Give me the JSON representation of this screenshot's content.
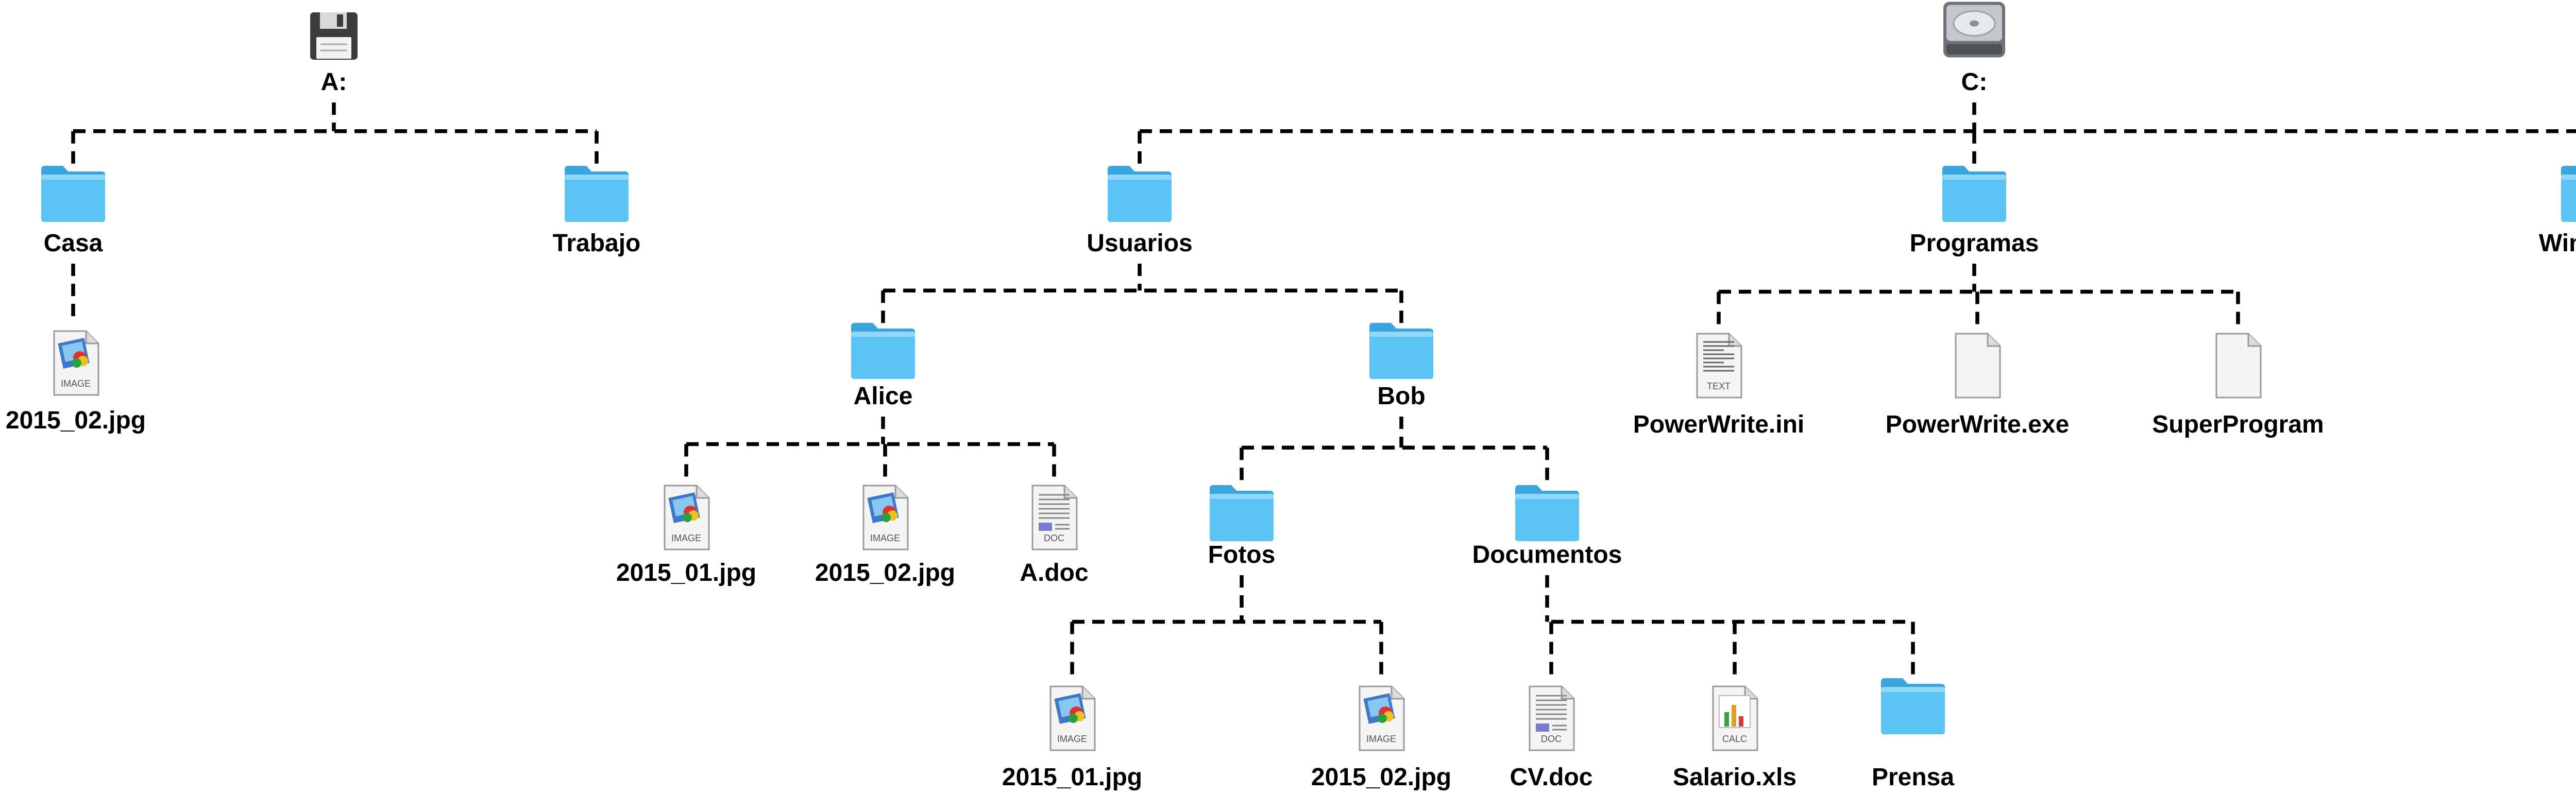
{
  "drives": [
    {
      "label": "A:",
      "icon": "floppy-disk-icon",
      "children": [
        {
          "label": "Casa",
          "icon": "folder-icon",
          "children": [
            {
              "label": "2015_02.jpg",
              "icon": "image-file-icon",
              "badge": "IMAGE"
            }
          ]
        },
        {
          "label": "Trabajo",
          "icon": "folder-icon"
        }
      ]
    },
    {
      "label": "C:",
      "icon": "hard-drive-icon",
      "children": [
        {
          "label": "Usuarios",
          "icon": "folder-icon",
          "children": [
            {
              "label": "Alice",
              "icon": "folder-icon",
              "children": [
                {
                  "label": "2015_01.jpg",
                  "icon": "image-file-icon",
                  "badge": "IMAGE"
                },
                {
                  "label": "2015_02.jpg",
                  "icon": "image-file-icon",
                  "badge": "IMAGE"
                },
                {
                  "label": "A.doc",
                  "icon": "document-file-icon",
                  "badge": "DOC"
                }
              ]
            },
            {
              "label": "Bob",
              "icon": "folder-icon",
              "children": [
                {
                  "label": "Fotos",
                  "icon": "folder-icon",
                  "children": [
                    {
                      "label": "2015_01.jpg",
                      "icon": "image-file-icon",
                      "badge": "IMAGE"
                    },
                    {
                      "label": "2015_02.jpg",
                      "icon": "image-file-icon",
                      "badge": "IMAGE"
                    }
                  ]
                },
                {
                  "label": "Documentos",
                  "icon": "folder-icon",
                  "children": [
                    {
                      "label": "CV.doc",
                      "icon": "document-file-icon",
                      "badge": "DOC"
                    },
                    {
                      "label": "Salario.xls",
                      "icon": "spreadsheet-file-icon",
                      "badge": "CALC"
                    },
                    {
                      "label": "Prensa",
                      "icon": "folder-icon"
                    }
                  ]
                }
              ]
            }
          ]
        },
        {
          "label": "Programas",
          "icon": "folder-icon",
          "children": [
            {
              "label": "PowerWrite.ini",
              "icon": "text-file-icon",
              "badge": "TEXT"
            },
            {
              "label": "PowerWrite.exe",
              "icon": "generic-file-icon"
            },
            {
              "label": "SuperProgram",
              "icon": "generic-file-icon"
            }
          ]
        },
        {
          "label": "Windows",
          "icon": "folder-icon"
        }
      ]
    }
  ],
  "colors": {
    "connector": "#000000",
    "folder_front": "#5cc4f4",
    "folder_back": "#3aa6dd",
    "file_paper": "#f4f4f4",
    "file_border": "#9a9a9a",
    "label": "#000000"
  }
}
